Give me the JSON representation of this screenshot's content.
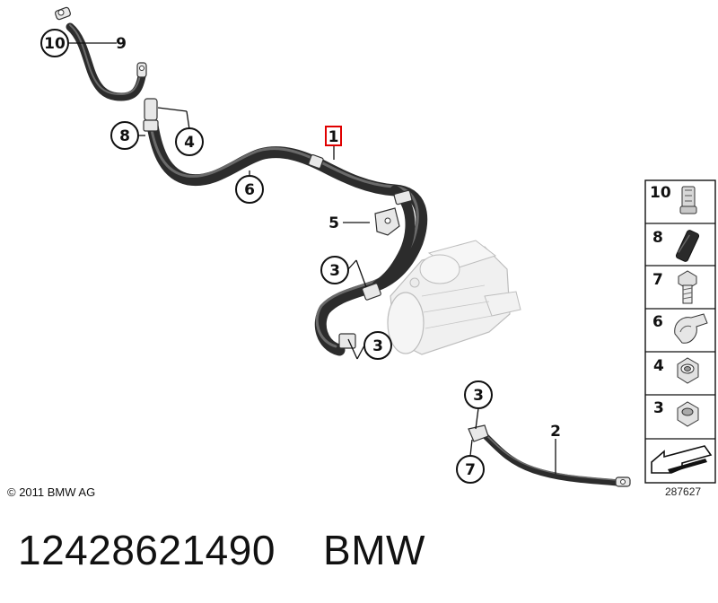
{
  "callouts": {
    "c1": "1",
    "c2": "2",
    "c3a": "3",
    "c3b": "3",
    "c3c": "3",
    "c4": "4",
    "c5": "5",
    "c6": "6",
    "c7": "7",
    "c8": "8",
    "c9": "9",
    "c10": "10"
  },
  "legend": {
    "items": [
      {
        "number": "10",
        "icon": "screw-terminal-icon"
      },
      {
        "number": "8",
        "icon": "sleeve-tube-icon"
      },
      {
        "number": "7",
        "icon": "hex-bolt-icon"
      },
      {
        "number": "6",
        "icon": "cable-clip-icon"
      },
      {
        "number": "4",
        "icon": "lock-nut-icon"
      },
      {
        "number": "3",
        "icon": "hex-nut-icon"
      }
    ],
    "footer_icon": "arrow-icon"
  },
  "footer": {
    "copyright": "© 2011 BMW AG",
    "diagram_number": "287627",
    "part_line": "12428621490    BMW"
  },
  "colors": {
    "highlight": "#e00000",
    "cable": "#2c2c2c",
    "starter": "#e4e4e4"
  }
}
